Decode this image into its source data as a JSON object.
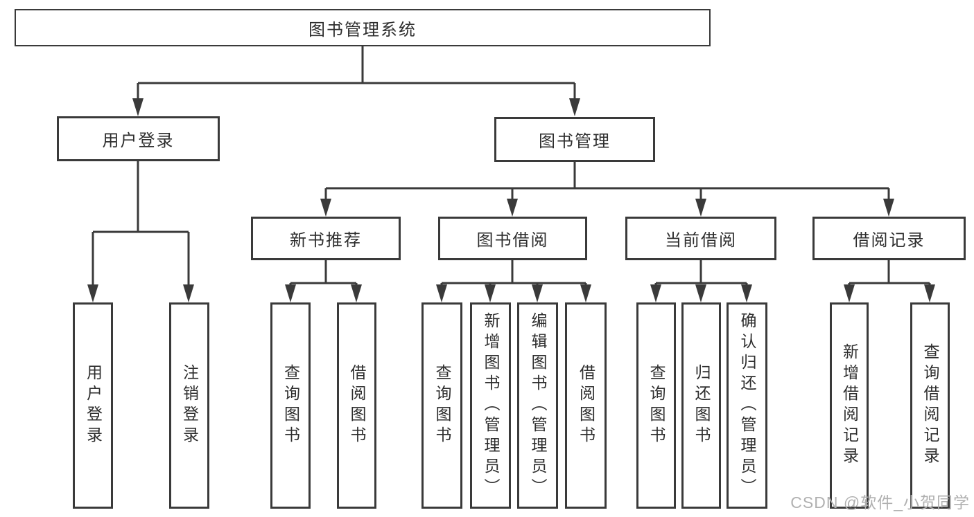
{
  "tree": {
    "label": "图书管理系统",
    "children": [
      {
        "label": "用户登录",
        "children": [
          {
            "label": "用户登录"
          },
          {
            "label": "注销登录"
          }
        ]
      },
      {
        "label": "图书管理",
        "children": [
          {
            "label": "新书推荐",
            "children": [
              {
                "label": "查询图书"
              },
              {
                "label": "借阅图书"
              }
            ]
          },
          {
            "label": "图书借阅",
            "children": [
              {
                "label": "查询图书"
              },
              {
                "label": "新增图书（管理员）"
              },
              {
                "label": "编辑图书（管理员）"
              },
              {
                "label": "借阅图书"
              }
            ]
          },
          {
            "label": "当前借阅",
            "children": [
              {
                "label": "查询图书"
              },
              {
                "label": "归还图书"
              },
              {
                "label": "确认归还（管理员）"
              }
            ]
          },
          {
            "label": "借阅记录",
            "children": [
              {
                "label": "新增借阅记录"
              },
              {
                "label": "查询借阅记录"
              }
            ]
          }
        ]
      }
    ]
  },
  "watermark": {
    "text": "CSDN @软件_小贺同学"
  },
  "colors": {
    "line": "#3a3a3a",
    "text": "#2e2e2e",
    "watermark": "#b0b0b0",
    "background": "#ffffff"
  }
}
